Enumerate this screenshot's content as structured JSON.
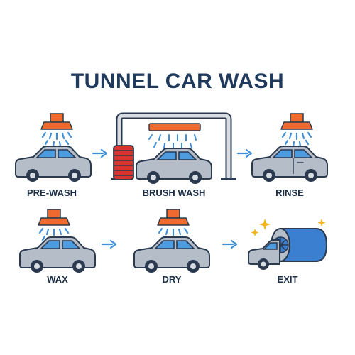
{
  "title": "TUNNEL CAR WASH",
  "steps": [
    {
      "label": "PRE-WASH",
      "icon": "spray-nozzle-icon"
    },
    {
      "label": "BRUSH WASH",
      "icon": "brush-gantry-icon"
    },
    {
      "label": "RINSE",
      "icon": "spray-nozzle-icon"
    },
    {
      "label": "WAX",
      "icon": "spray-nozzle-icon"
    },
    {
      "label": "DRY",
      "icon": "spray-nozzle-icon"
    },
    {
      "label": "EXIT",
      "icon": "blower-fan-icon"
    }
  ],
  "colors": {
    "title": "#1f3a5c",
    "outline": "#2b3a4f",
    "car_body": "#b4bdc8",
    "car_window": "#4f9be0",
    "nozzle": "#ef6a2e",
    "spray": "#3f8fd8",
    "arrow": "#3f8fd8",
    "brush": "#d9342b",
    "gantry": "#d9dde2",
    "sparkle": "#f2b51f",
    "blower": "#3a7fd0"
  }
}
